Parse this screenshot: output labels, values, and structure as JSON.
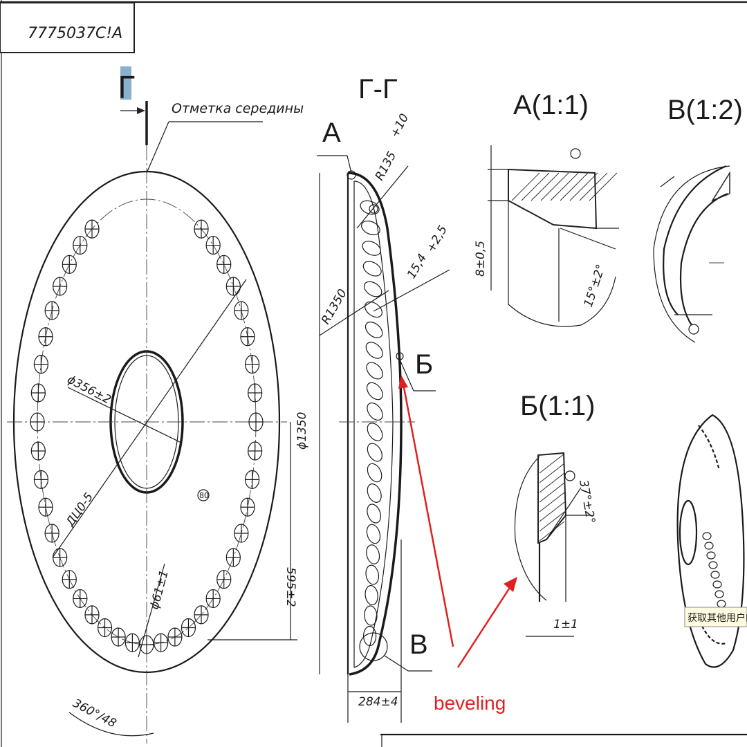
{
  "header": {
    "code": "7775037C!A"
  },
  "section_marker": "Г",
  "labels": {
    "middle_mark": "Отметка середины",
    "section_title": "Г-Г",
    "detail_a_title": "A(1:1)",
    "detail_b_title": "B(1:2)",
    "detail_be_title": "Б(1:1)",
    "point_a": "A",
    "point_be": "Б",
    "point_v": "B"
  },
  "dimensions": {
    "inner_diameter": "ϕ356±2",
    "hole_count": "ДЦ0-5",
    "hole_diameter": "ϕ61±1",
    "angle_step": "360°/48",
    "half_height": "595±2",
    "outer_diameter": "ϕ1350",
    "radius_large": "R1350",
    "radius_small": "R135",
    "radius_small_tol": "+10",
    "thickness": "15,4",
    "thickness_tol": "+2,5",
    "depth": "284±4",
    "detail_a_height": "8±0,5",
    "detail_a_angle": "15°±2°",
    "detail_be_angle": "37°±2°",
    "detail_be_width": "1±1"
  },
  "roughness_mark": "80",
  "annotation": {
    "text": "beveling",
    "color": "#e02020"
  },
  "tooltip": {
    "text": "获取其他用户的"
  }
}
